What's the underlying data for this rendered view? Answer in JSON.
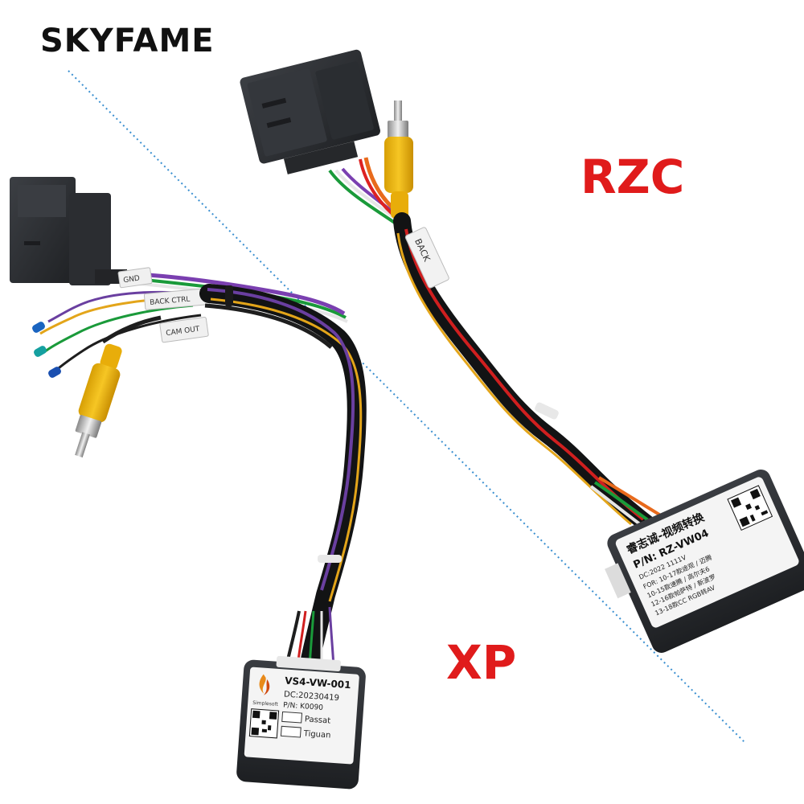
{
  "brand": {
    "name": "SKYFAME"
  },
  "variants": {
    "rzc": {
      "label": "RZC"
    },
    "xp": {
      "label": "XP"
    }
  },
  "rzc_module": {
    "line1": "睿志诚-视频转换",
    "line2": "P/N: RZ-VW04",
    "line3": "DC:2022 1111V",
    "line4": "FOR: 10-17款途观 / 迈腾",
    "line5": "10-15款速腾 / 高尔夫6",
    "line6": "12-16款帕萨特 / 新波罗",
    "line7": "13-18款CC RGB转AV",
    "qr_icon": "qr-code-icon"
  },
  "rzc_harness": {
    "tag_text": "BACK"
  },
  "xp_module": {
    "model": "VS4-VW-001",
    "date_code": "DC:20230419",
    "part_no": "P/N: K0090",
    "brand_small": "Simplesoft",
    "option1": "Passat",
    "option2": "Tiguan",
    "logo_icon": "flame-logo-icon",
    "qr_icon": "qr-code-icon"
  },
  "xp_harness": {
    "tag_gnd": "GND",
    "tag_back": "BACK CTRL",
    "tag_cam": "CAM OUT"
  },
  "colors": {
    "brand_red": "#e01b1b",
    "module_body": "#2b2e33",
    "connector": "#2a2c30",
    "rca_yellow": "#f1b80a",
    "divider": "#3a8fd0"
  }
}
